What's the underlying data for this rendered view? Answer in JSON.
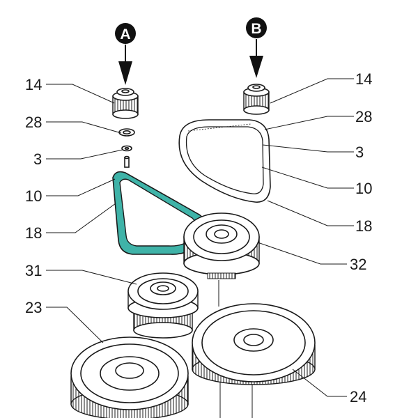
{
  "badges": {
    "a": "A",
    "b": "B"
  },
  "labels": {
    "left_14": "14",
    "left_28": "28",
    "left_3": "3",
    "left_10": "10",
    "left_18": "18",
    "right_14": "14",
    "right_28": "28",
    "right_3": "3",
    "right_10": "10",
    "right_18": "18",
    "label_31": "31",
    "label_23": "23",
    "label_32": "32",
    "label_24": "24"
  },
  "colors": {
    "belt_highlight": "#3fb3a8",
    "ink": "#1a1a1a",
    "badge": "#111111"
  }
}
